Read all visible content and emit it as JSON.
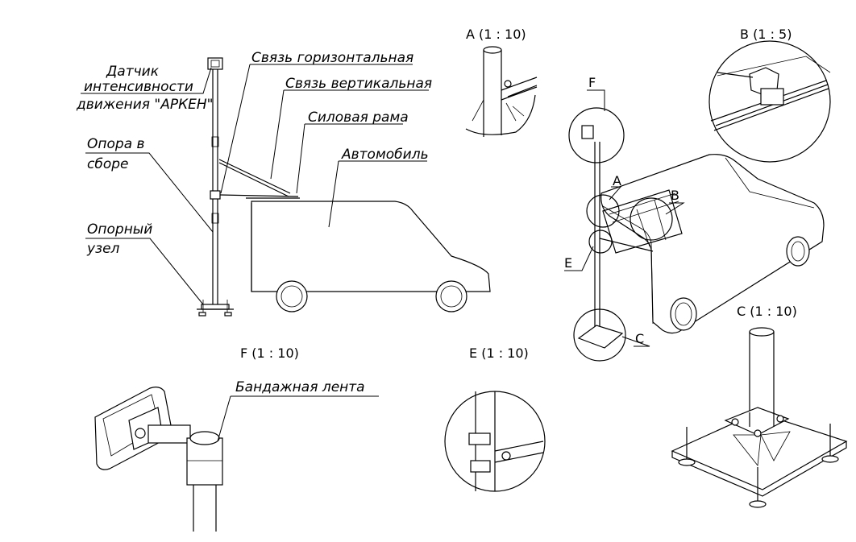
{
  "labels": {
    "sensor_line1": "Датчик",
    "sensor_line2": "интенсивности",
    "sensor_line3": "движения \"АРКЕН\"",
    "horiz_link": "Связь горизонтальная",
    "vert_link": "Связь вертикальная",
    "power_frame": "Силовая рама",
    "car": "Автомобиль",
    "pole_line1": "Опора в",
    "pole_line2": "сборе",
    "node_line1": "Опорный",
    "node_line2": "узел",
    "band_tape": "Бандажная лента"
  },
  "views": {
    "a_title": "A (1 : 10)",
    "b_title": "B (1 : 5)",
    "c_title": "C (1 : 10)",
    "e_title": "E (1 : 10)",
    "f_title": "F (1 : 10)"
  },
  "iso_markers": {
    "f": "F",
    "a": "A",
    "b": "B",
    "e": "E",
    "c": "C"
  }
}
